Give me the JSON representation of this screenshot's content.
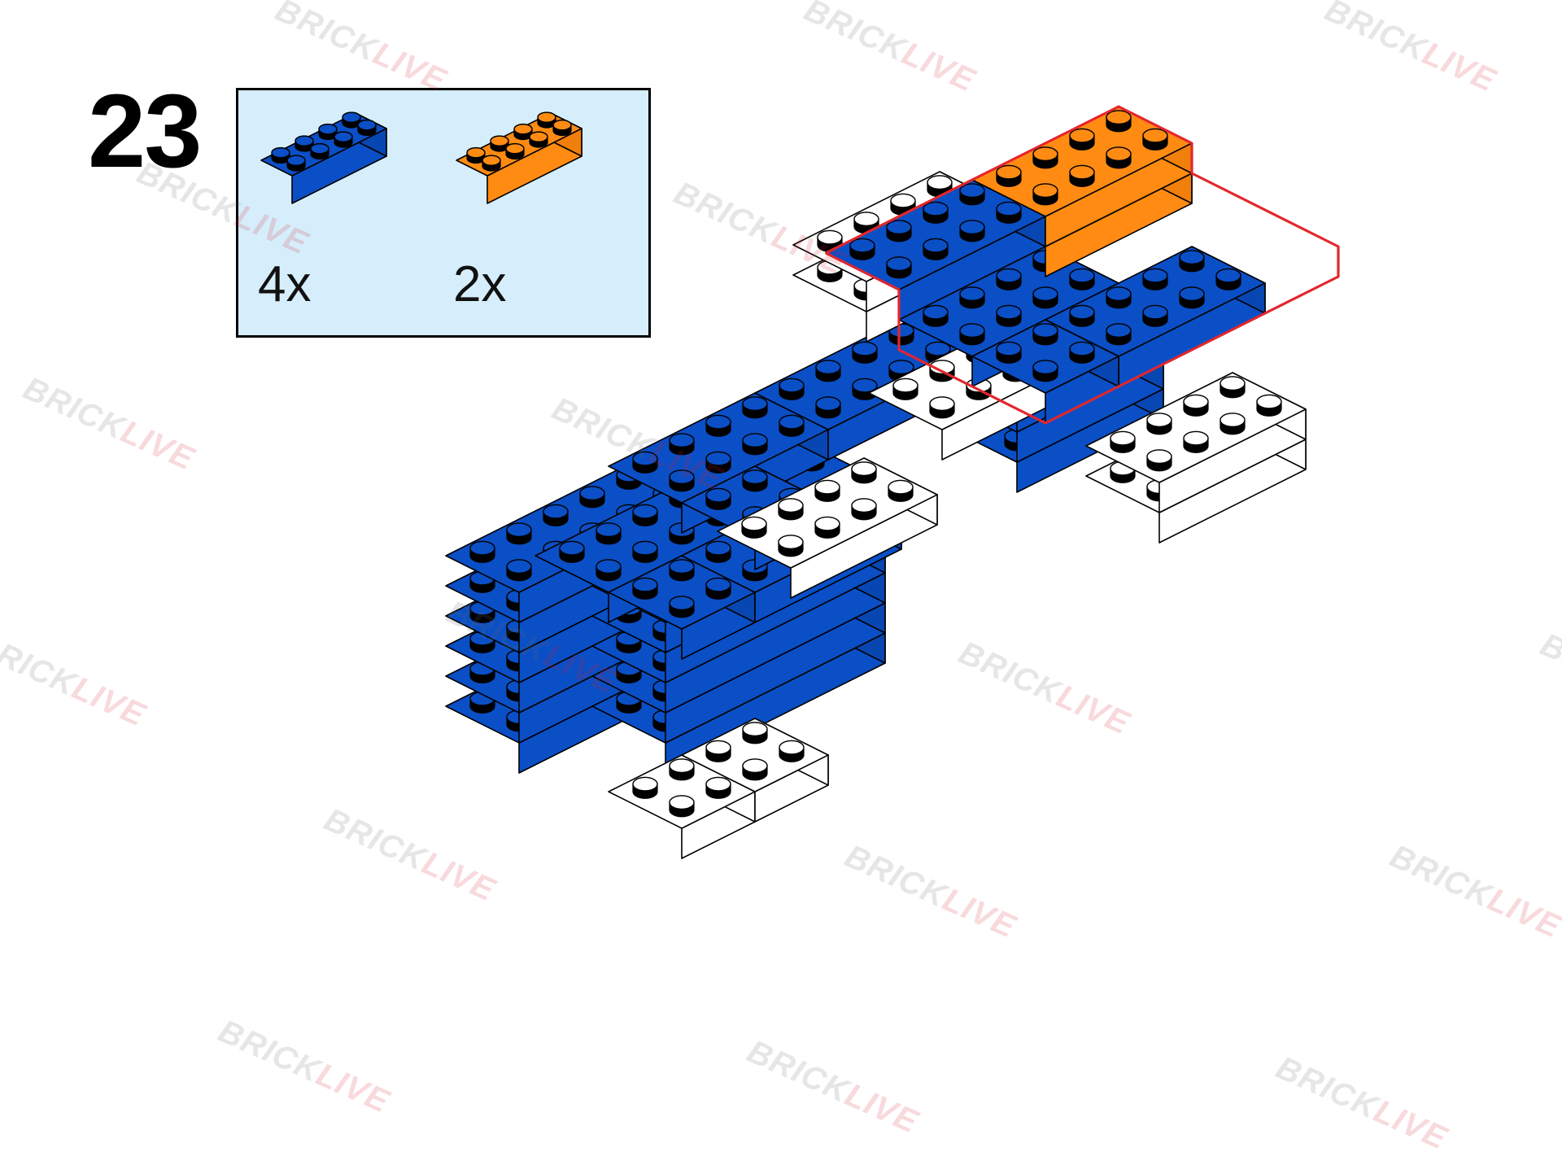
{
  "step": {
    "number": "23"
  },
  "parts": [
    {
      "color_name": "blue",
      "color": "#0a4fc6",
      "quantity": "4x",
      "size": "2x4 brick"
    },
    {
      "color_name": "orange",
      "color": "#ff8b12",
      "quantity": "2x",
      "size": "2x4 brick"
    }
  ],
  "watermark": {
    "part1": "BRICK",
    "part2": "LIVE"
  },
  "colors": {
    "blue": "#0a4fc6",
    "orange": "#ff8b12",
    "white": "#ffffff",
    "highlight": "#e3262d",
    "panel": "#d6eefb"
  }
}
